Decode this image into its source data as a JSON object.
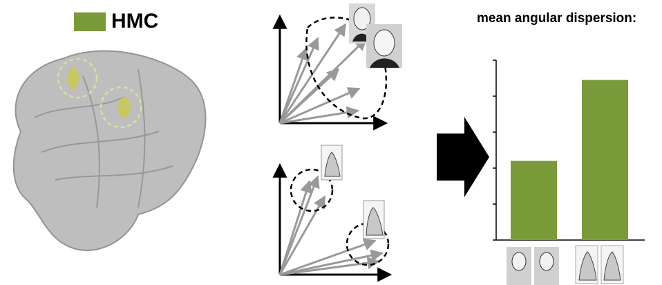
{
  "legend": {
    "label": "HMC",
    "color": "#7a9a3a"
  },
  "colors": {
    "bar": "#7a9a3a",
    "vector": "#999999",
    "brain": "#a3a3a3",
    "region": "#d0d86a"
  },
  "chart_data": {
    "type": "bar",
    "title": "mean angular dispersion:",
    "categories": [
      "faces",
      "hands"
    ],
    "values": [
      0.44,
      0.89
    ],
    "ylim": [
      0,
      1
    ],
    "grid": false
  }
}
